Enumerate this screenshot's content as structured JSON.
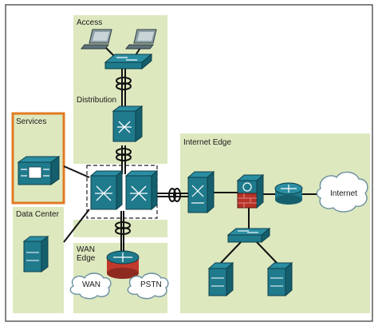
{
  "diagram": {
    "zones": {
      "access": "Access",
      "distribution": "Distribution",
      "services": "Services",
      "data_center": "Data Center",
      "wan_edge_line1": "WAN",
      "wan_edge_line2": "Edge",
      "internet_edge": "Internet Edge"
    },
    "clouds": {
      "wan": "WAN",
      "pstn": "PSTN",
      "internet": "Internet"
    },
    "colors": {
      "zone_fill": "#dde8bf",
      "services_border": "#e07b22",
      "device_teal": "#1f7a8c",
      "device_dark": "#175d6b",
      "router_red": "#c0392b",
      "firewall_red": "#b83227",
      "laptop_gray": "#7a8c93"
    },
    "icons": [
      "laptop-icon",
      "switch-icon",
      "multilayer-switch-icon",
      "router-icon",
      "firewall-icon",
      "server-icon",
      "content-engine-icon",
      "cloud-icon"
    ]
  }
}
